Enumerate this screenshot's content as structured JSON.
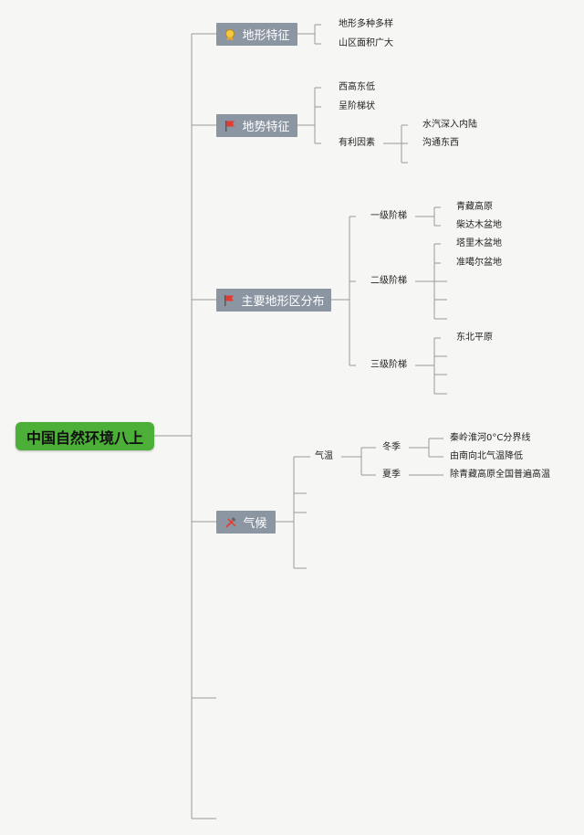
{
  "root": {
    "label": "中国自然环境八上"
  },
  "topics": {
    "t1": {
      "label": "地形特征",
      "icon": "medal-icon",
      "items": [
        "地形多种多样",
        "山区面积广大"
      ]
    },
    "t2": {
      "label": "地势特征",
      "icon": "red-flag-icon",
      "items": [
        "西高东低",
        "呈阶梯状",
        "有利因素"
      ],
      "sub": [
        "水汽深入内陆",
        "沟通东西"
      ]
    },
    "t3": {
      "label": "主要地形区分布",
      "icon": "red-flag-icon",
      "levels": [
        "一级阶梯",
        "二级阶梯",
        "三级阶梯"
      ],
      "level1": [
        "青藏高原",
        "柴达木盆地"
      ],
      "level2": [
        "塔里木盆地",
        "准噶尔盆地"
      ],
      "level3": [
        "东北平原"
      ]
    },
    "t4": {
      "label": "气候",
      "icon": "tools-icon",
      "item": "气温",
      "seasons": [
        "冬季",
        "夏季"
      ],
      "winter": [
        "秦岭淮河0°C分界线",
        "由南向北气温降低"
      ],
      "summer": [
        "除青藏高原全国普遍高温"
      ]
    }
  },
  "colors": {
    "root": "#4caf38",
    "topic": "#8c96a3",
    "line": "#9a9a9a",
    "flag": "#e53a2f"
  }
}
